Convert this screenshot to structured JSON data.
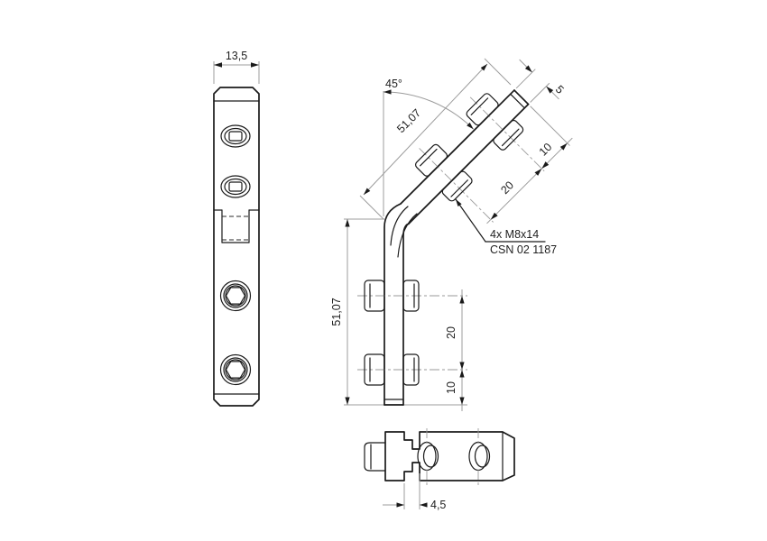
{
  "drawing": {
    "front_view": {
      "width_dim": "13,5"
    },
    "side_view": {
      "angle_dim": "45°",
      "arm_length_dim": "51,07",
      "thickness_dim": "5",
      "tip_hole_dim": "10",
      "hole_spacing_dim": "20",
      "height_dim": "51,07",
      "spacing_dim": "20",
      "end_offset_dim": "10",
      "leader": {
        "line1": "4x M8x14",
        "line2": "CSN 02 1187"
      }
    },
    "bottom_view": {
      "tongue_width_dim": "4,5"
    },
    "colors": {
      "line": "#1a1a1a",
      "thin_line": "#9c9c9c",
      "background": "#ffffff"
    }
  }
}
